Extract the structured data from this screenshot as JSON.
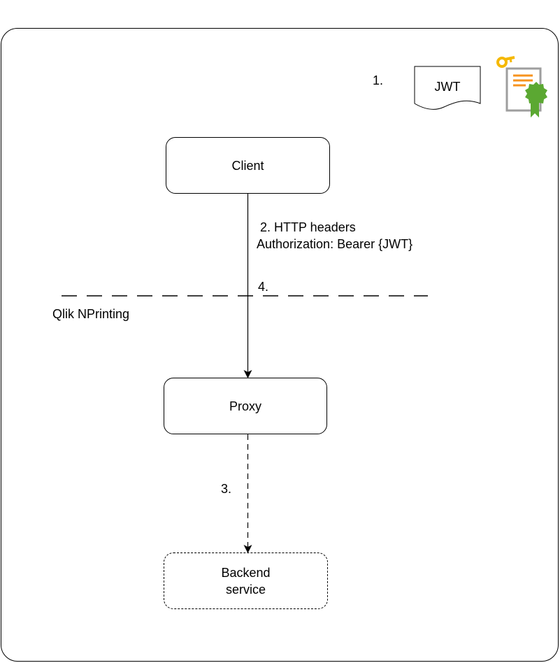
{
  "steps": {
    "step1": "1.",
    "step2_line1": "2. HTTP headers",
    "step2_line2": "Authorization: Bearer {JWT}",
    "step3": "3.",
    "step4": "4."
  },
  "token": {
    "label": "JWT"
  },
  "nodes": {
    "client": "Client",
    "proxy": "Proxy",
    "backend_line1": "Backend",
    "backend_line2": "service"
  },
  "boundary": {
    "label": "Qlik NPrinting"
  },
  "icons": {
    "token_doc": "document-icon",
    "certificate": "certificate-icon"
  },
  "colors": {
    "line": "#000000",
    "cert_key": "#F5B800",
    "cert_stripe": "#F7931E",
    "cert_seal": "#5BA832",
    "cert_border": "#9E9E9E"
  }
}
